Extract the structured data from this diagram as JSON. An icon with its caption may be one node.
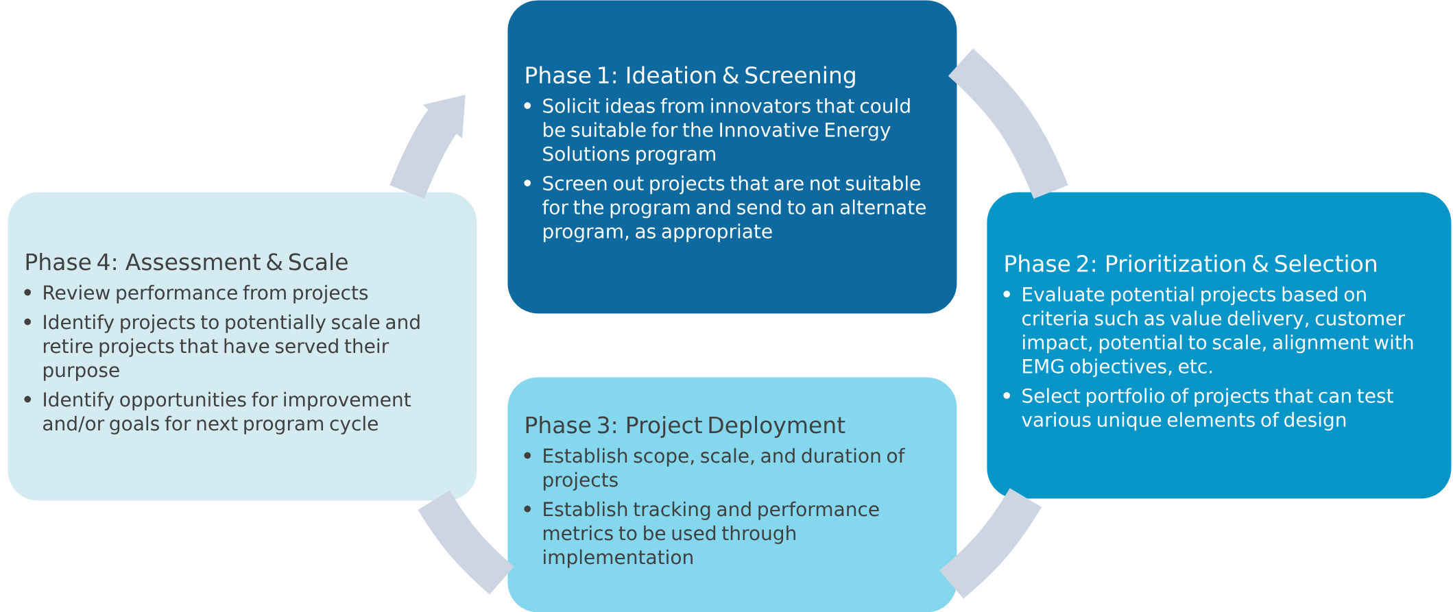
{
  "diagram": {
    "nodes": [
      {
        "text": [
          "Phase 1: Ideation & Screening",
          "Solicit ideas from innovators that could be suitable for the Innovative Energy Solutions program",
          "Screen out projects that are not suitable for the program and send to an alternate program, as appropriate"
        ]
      },
      {
        "text": [
          "Phase 2: Prioritization & Selection",
          "Evaluate potential projects based on criteria such as value delivery, customer impact, potential to scale, alignment with EMG objectives, etc.",
          "Select portfolio of projects that can test various unique elements of design"
        ]
      },
      {
        "text": [
          "Phase 3: Project Deployment",
          "Establish scope, scale, and duration of projects",
          "Establish tracking and performance metrics to be used through implementation"
        ]
      },
      {
        "text": [
          "Phase 4: Assessment & Scale",
          "Review performance from projects",
          "Identify projects to potentially scale and retire projects that have served their purpose",
          "Identify opportunities for improvement and/or goals for next program cycle"
        ]
      }
    ],
    "edges": [
      {
        "from": 3,
        "to": 0,
        "arrow": "to"
      },
      {
        "from": 0,
        "to": 1,
        "arrow": "none"
      },
      {
        "from": 1,
        "to": 2,
        "arrow": "none"
      },
      {
        "from": 2,
        "to": 3,
        "arrow": "none"
      }
    ]
  }
}
